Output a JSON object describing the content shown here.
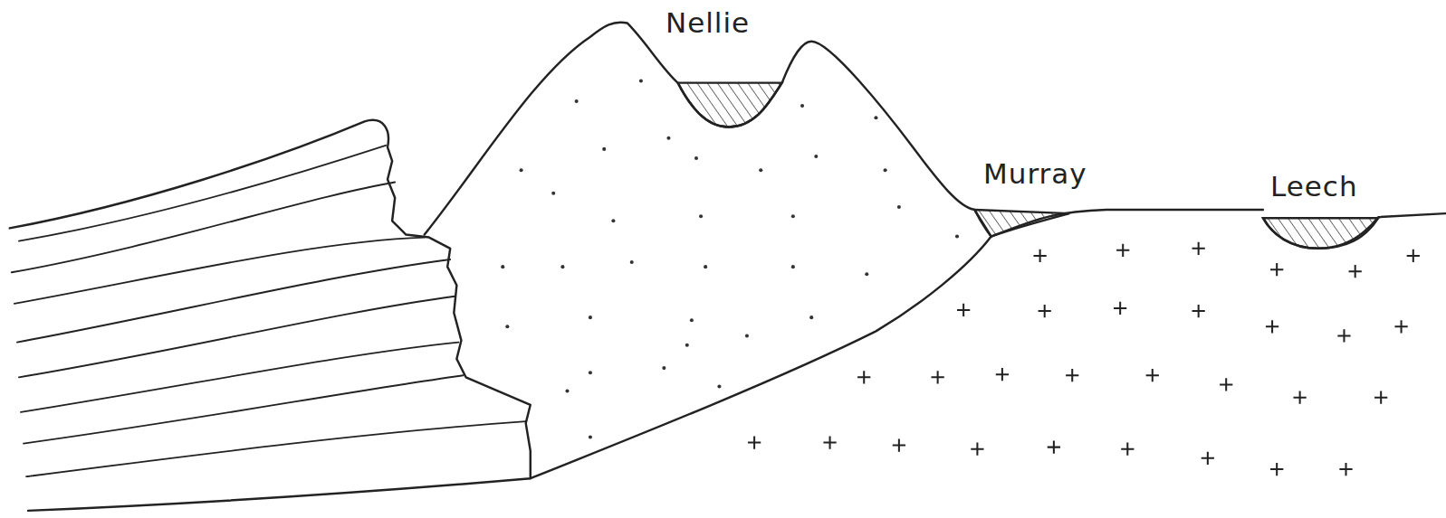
{
  "diagram": {
    "labels": [
      "Nellie",
      "Murray",
      "Leech"
    ]
  }
}
